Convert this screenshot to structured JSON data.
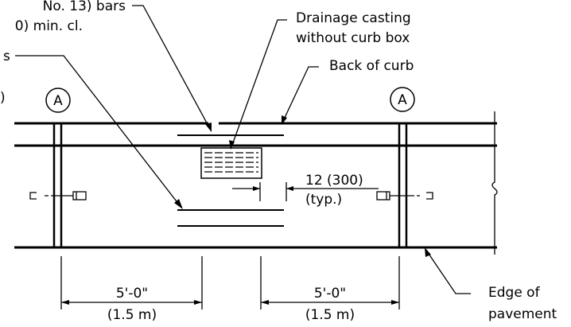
{
  "labels": {
    "bars_line1": "No. 13) bars",
    "bars_line2": "0) min. cl.",
    "bars_frag": "s",
    "paren_frag": ")",
    "drainage_line1": "Drainage casting",
    "drainage_line2": "without curb box",
    "back_of_curb": "Back of curb",
    "section_mark": "A",
    "spacing_in": "12 (300)",
    "spacing_note": "(typ.)",
    "edge_line1": "Edge of",
    "edge_line2": "pavement",
    "dim_left_imperial": "5'-0\"",
    "dim_left_metric": "(1.5 m)",
    "dim_right_imperial": "5'-0\"",
    "dim_right_metric": "(1.5 m)"
  }
}
